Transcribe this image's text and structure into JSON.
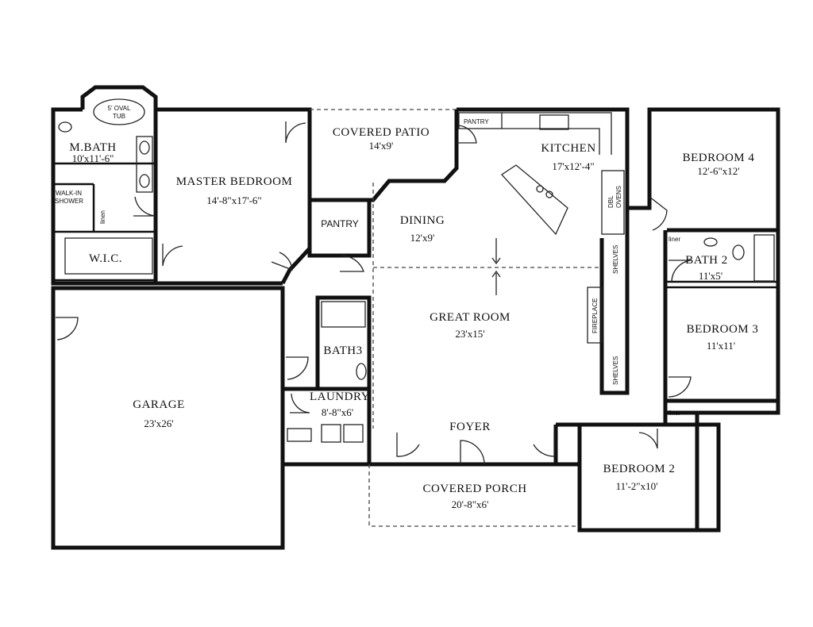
{
  "rooms": {
    "mbath": {
      "name": "M.BATH",
      "dim": "10'x11'-6\""
    },
    "master_bedroom": {
      "name": "MASTER BEDROOM",
      "dim": "14'-8\"x17'-6\""
    },
    "covered_patio": {
      "name": "COVERED PATIO",
      "dim": "14'x9'"
    },
    "kitchen": {
      "name": "KITCHEN",
      "dim": "17'x12'-4\""
    },
    "bedroom4": {
      "name": "BEDROOM 4",
      "dim": "12'-6\"x12'"
    },
    "dining": {
      "name": "DINING",
      "dim": "12'x9'"
    },
    "pantry_room": {
      "name": "PANTRY"
    },
    "bath2": {
      "name": "BATH 2",
      "dim": "11'x5'"
    },
    "wic": {
      "name": "W.I.C."
    },
    "great_room": {
      "name": "GREAT ROOM",
      "dim": "23'x15'"
    },
    "bedroom3": {
      "name": "BEDROOM 3",
      "dim": "11'x11'"
    },
    "garage": {
      "name": "GARAGE",
      "dim": "23'x26'"
    },
    "bath3": {
      "name": "BATH3"
    },
    "laundry": {
      "name": "LAUNDRY",
      "dim": "8'-8\"x6'"
    },
    "foyer": {
      "name": "FOYER"
    },
    "covered_porch": {
      "name": "COVERED PORCH",
      "dim": "20'-8\"x6'"
    },
    "bedroom2": {
      "name": "BEDROOM 2",
      "dim": "11'-2\"x10'"
    }
  },
  "fixtures": {
    "oval_tub_line1": "5' OVAL",
    "oval_tub_line2": "TUB",
    "walk_in_line1": "WALK-IN",
    "walk_in_line2": "SHOWER",
    "linen": "linen",
    "kitchen_pantry": "PANTRY",
    "dbl_ovens_line1": "DBL",
    "dbl_ovens_line2": "OVENS",
    "shelves": "SHELVES",
    "fireplace": "FIREPLACE",
    "liner": "liner"
  }
}
